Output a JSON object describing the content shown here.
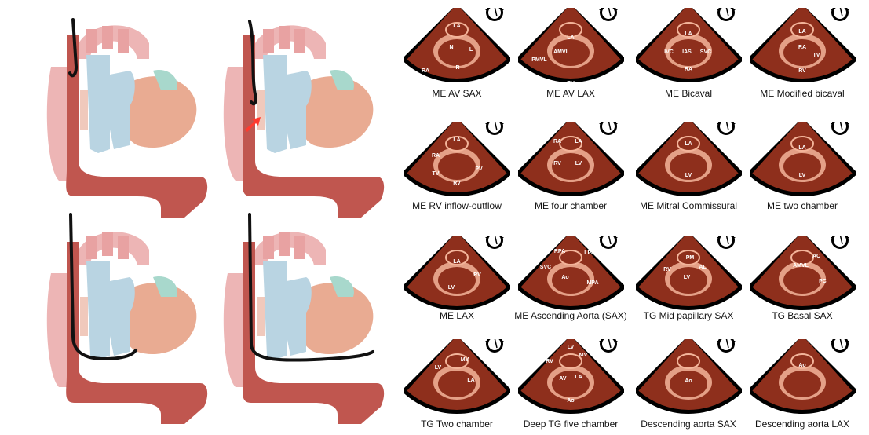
{
  "colors": {
    "background": "#ffffff",
    "tissue_dark": "#8e2f1c",
    "tissue_light": "#f3b49a",
    "sector_black": "#000000",
    "vessel_blue": "#b9d4e2",
    "esophagus": "#c0564f",
    "aorta_pink": "#e8a2a2",
    "heart_peach": "#e9ab92",
    "probe_black": "#111111",
    "arrow_red": "#ff3b2f"
  },
  "views": [
    {
      "caption": "ME AV SAX",
      "labels": [
        "LA",
        "N",
        "L",
        "R",
        "RA"
      ]
    },
    {
      "caption": "ME AV LAX",
      "labels": [
        "LA",
        "AMVL",
        "PMVL",
        "RV"
      ]
    },
    {
      "caption": "ME Bicaval",
      "labels": [
        "LA",
        "IVC",
        "IAS",
        "SVC",
        "RA"
      ]
    },
    {
      "caption": "ME Modified bicaval",
      "labels": [
        "LA",
        "RA",
        "TV",
        "RV"
      ]
    },
    {
      "caption": "ME RV inflow-outflow",
      "labels": [
        "LA",
        "RA",
        "TV",
        "PV",
        "RV"
      ]
    },
    {
      "caption": "ME four chamber",
      "labels": [
        "RA",
        "LA",
        "RV",
        "LV"
      ]
    },
    {
      "caption": "ME Mitral Commissural",
      "labels": [
        "LA",
        "LV"
      ]
    },
    {
      "caption": "ME two chamber",
      "labels": [
        "LA",
        "LV"
      ]
    },
    {
      "caption": "ME LAX",
      "labels": [
        "LA",
        "LV",
        "RV"
      ]
    },
    {
      "caption": "ME Ascending Aorta (SAX)",
      "labels": [
        "RPA",
        "LPA",
        "SVC",
        "Ao",
        "MPA"
      ]
    },
    {
      "caption": "TG Mid papillary SAX",
      "labels": [
        "PM",
        "AL",
        "RV",
        "LV"
      ]
    },
    {
      "caption": "TG Basal SAX",
      "labels": [
        "AC",
        "AMVL",
        "PC"
      ]
    },
    {
      "caption": "TG Two chamber",
      "labels": [
        "LV",
        "MV",
        "LA"
      ]
    },
    {
      "caption": "Deep TG five chamber",
      "labels": [
        "LV",
        "RV",
        "MV",
        "AV",
        "LA",
        "Ao"
      ]
    },
    {
      "caption": "Descending aorta SAX",
      "labels": [
        "Ao"
      ]
    },
    {
      "caption": "Descending aorta LAX",
      "labels": [
        "Ao"
      ]
    }
  ],
  "icons": {
    "probe_orientation": "probe-orientation-icon",
    "probe_advance_arrow": "red-arrow-icon"
  }
}
